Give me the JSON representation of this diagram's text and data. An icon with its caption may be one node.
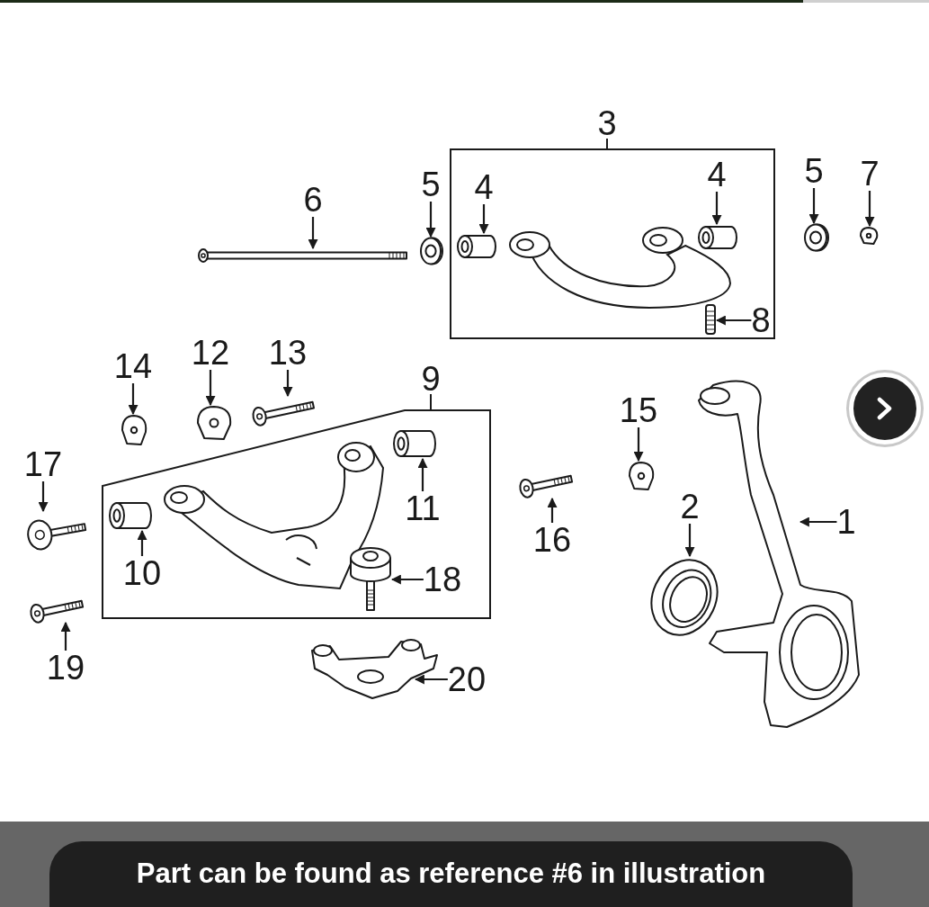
{
  "diagram": {
    "nodes": [
      {
        "text": [
          "6"
        ]
      },
      {
        "text": [],
        "shape": "picture"
      },
      {
        "text": [
          "5"
        ]
      },
      {
        "text": [],
        "shape": "picture"
      },
      {
        "text": [
          "3"
        ]
      },
      {
        "text": [
          "4"
        ],
        "in": 4
      },
      {
        "text": [],
        "shape": "cylinder",
        "in": 4
      },
      {
        "text": [
          "4"
        ],
        "in": 4
      },
      {
        "text": [],
        "shape": "cylinder",
        "in": 4
      },
      {
        "text": [],
        "shape": "picture",
        "in": 4
      },
      {
        "text": [
          "8"
        ],
        "in": 4
      },
      {
        "text": [
          "5"
        ]
      },
      {
        "text": [],
        "shape": "picture"
      },
      {
        "text": [
          "7"
        ]
      },
      {
        "text": [],
        "shape": "picture"
      },
      {
        "text": [
          "14"
        ]
      },
      {
        "text": [],
        "shape": "picture"
      },
      {
        "text": [
          "12"
        ]
      },
      {
        "text": [],
        "shape": "picture"
      },
      {
        "text": [
          "13"
        ]
      },
      {
        "text": [],
        "shape": "picture"
      },
      {
        "text": [
          "9"
        ]
      },
      {
        "text": [
          "10"
        ],
        "in": 21
      },
      {
        "text": [],
        "shape": "cylinder",
        "in": 21
      },
      {
        "text": [
          "11"
        ],
        "in": 21
      },
      {
        "text": [],
        "shape": "cylinder",
        "in": 21
      },
      {
        "text": [],
        "shape": "picture",
        "in": 21
      },
      {
        "text": [
          "18"
        ],
        "in": 21
      },
      {
        "text": [
          "17"
        ]
      },
      {
        "text": [],
        "shape": "picture"
      },
      {
        "text": [
          "19"
        ]
      },
      {
        "text": [],
        "shape": "picture"
      },
      {
        "text": [
          "15"
        ]
      },
      {
        "text": [],
        "shape": "picture"
      },
      {
        "text": [
          "16"
        ]
      },
      {
        "text": [],
        "shape": "picture"
      },
      {
        "text": [
          "2"
        ]
      },
      {
        "text": [],
        "shape": "picture"
      },
      {
        "text": [],
        "shape": "picture"
      },
      {
        "text": [
          "1"
        ]
      },
      {
        "text": [],
        "shape": "picture"
      },
      {
        "text": [
          "20"
        ]
      }
    ],
    "edges": [
      {
        "from": 0,
        "to": 1,
        "arrow": "to"
      },
      {
        "from": 2,
        "to": 3,
        "arrow": "to"
      },
      {
        "from": 5,
        "to": 6,
        "arrow": "to"
      },
      {
        "from": 7,
        "to": 8,
        "arrow": "to"
      },
      {
        "from": 10,
        "to": 9,
        "arrow": "to"
      },
      {
        "from": 11,
        "to": 12,
        "arrow": "to"
      },
      {
        "from": 13,
        "to": 14,
        "arrow": "to"
      },
      {
        "from": 15,
        "to": 16,
        "arrow": "to"
      },
      {
        "from": 17,
        "to": 18,
        "arrow": "to"
      },
      {
        "from": 19,
        "to": 20,
        "arrow": "to"
      },
      {
        "from": 22,
        "to": 23,
        "arrow": "to"
      },
      {
        "from": 24,
        "to": 25,
        "arrow": "to"
      },
      {
        "from": 27,
        "to": 26,
        "arrow": "to"
      },
      {
        "from": 28,
        "to": 29,
        "arrow": "to"
      },
      {
        "from": 30,
        "to": 31,
        "arrow": "to"
      },
      {
        "from": 32,
        "to": 33,
        "arrow": "to"
      },
      {
        "from": 34,
        "to": 35,
        "arrow": "to"
      },
      {
        "from": 36,
        "to": 37,
        "arrow": "to"
      },
      {
        "from": 39,
        "to": 38,
        "arrow": "to"
      },
      {
        "from": 41,
        "to": 40,
        "arrow": "to"
      }
    ],
    "labels": [
      "Part can be found as reference #6 in illustration"
    ]
  }
}
